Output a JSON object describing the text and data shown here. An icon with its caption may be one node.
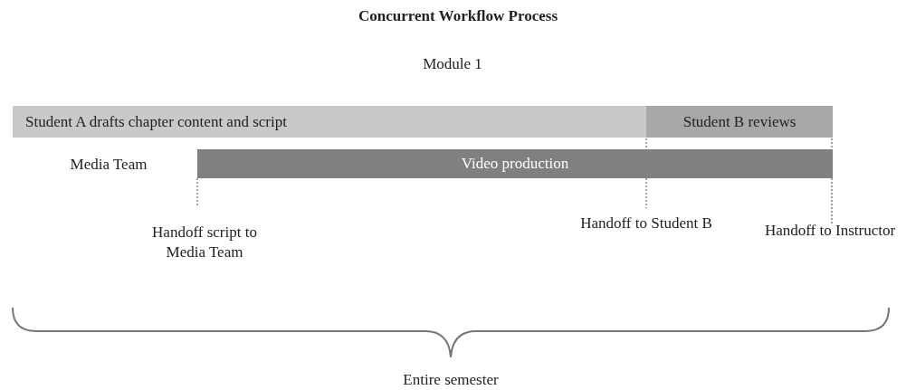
{
  "diagram": {
    "title": "Concurrent Workflow Process",
    "nodes": [
      {
        "text": [
          "Student A drafts chapter content and script"
        ]
      },
      {
        "text": [
          "Student B reviews"
        ]
      },
      {
        "text": [
          "Video production"
        ]
      }
    ],
    "labels": [
      "Module 1",
      "Media Team",
      "Handoff script to Media Team",
      "Handoff to Student B",
      "Handoff to Instructor",
      "Entire semester"
    ]
  }
}
